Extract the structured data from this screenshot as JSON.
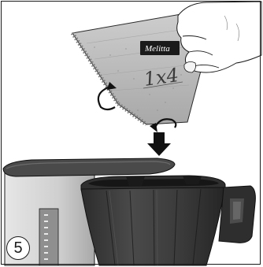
{
  "filter": {
    "brand": "Melitta",
    "size": "1x4"
  },
  "step": {
    "number": "5"
  },
  "colors": {
    "filter_paper": "#bdbdbd",
    "dark_plastic": "#3b3b3b",
    "lid": "#4a4a4a",
    "body": "#d8d8d8"
  }
}
